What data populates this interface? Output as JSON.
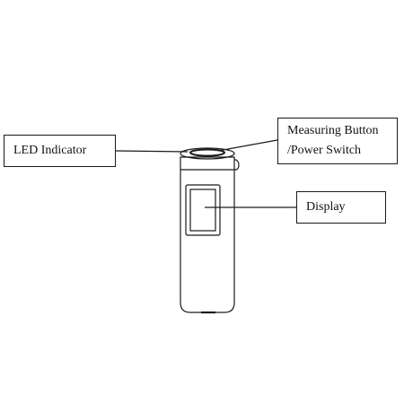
{
  "callouts": {
    "led_indicator": "LED Indicator",
    "measuring_button_line1": "Measuring Button",
    "measuring_button_line2": "/Power Switch",
    "display": "Display"
  },
  "colors": {
    "line": "#1a1a1a",
    "background": "#ffffff"
  }
}
